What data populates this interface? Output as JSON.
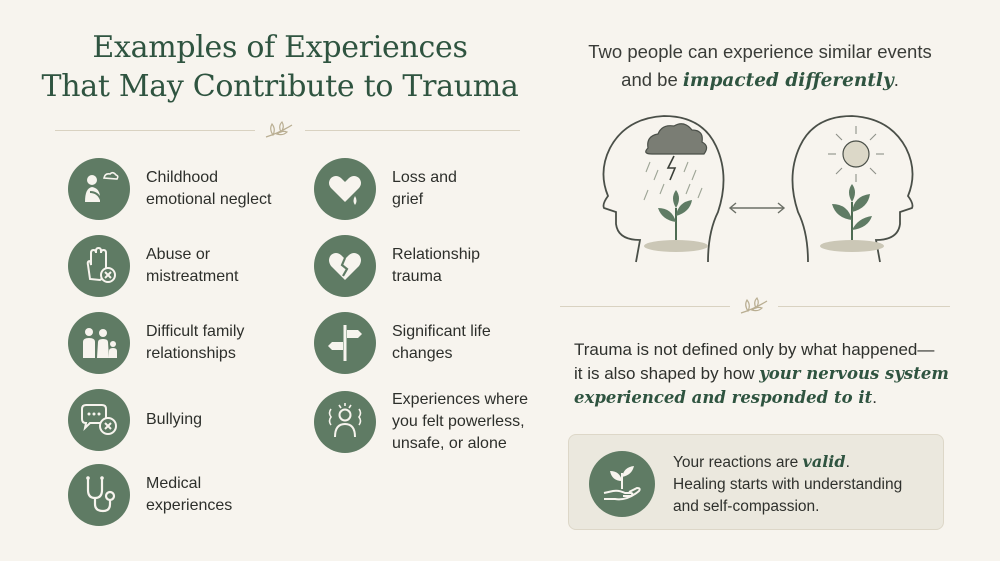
{
  "title": {
    "line1": "Examples of Experiences",
    "line2": "That May Contribute to Trauma"
  },
  "items": [
    {
      "label": "Childhood\nemotional neglect",
      "icon": "child-alone-icon"
    },
    {
      "label": "Abuse or\nmistreatment",
      "icon": "hand-stop-icon"
    },
    {
      "label": "Difficult family\nrelationships",
      "icon": "family-icon"
    },
    {
      "label": "Bullying",
      "icon": "speech-bubble-x-icon"
    },
    {
      "label": "Medical\nexperiences",
      "icon": "stethoscope-icon"
    },
    {
      "label": "Loss and\ngrief",
      "icon": "heart-teardrop-icon"
    },
    {
      "label": "Relationship\ntrauma",
      "icon": "broken-heart-icon"
    },
    {
      "label": "Significant life\nchanges",
      "icon": "signpost-icon"
    },
    {
      "label": "Experiences where\nyou felt powerless,\nunsafe, or alone",
      "icon": "distressed-person-icon"
    }
  ],
  "right": {
    "heading_line1": "Two people can experience similar events",
    "heading_line2_prefix": "and be ",
    "heading_line2_emph": "impacted differently",
    "heading_line2_suffix": ".",
    "statement_line1": "Trauma is not defined only by what happened—",
    "statement_line2_prefix": "it is also shaped by how ",
    "statement_line2_emph": "your nervous system",
    "statement_line3_emph": "experienced and responded to it",
    "statement_line3_suffix": "."
  },
  "card": {
    "line1_prefix": "Your reactions are ",
    "line1_emph": "valid",
    "line1_suffix": ".",
    "line2": "Healing starts with understanding",
    "line3": "and self-compassion.",
    "icon": "hand-sprout-icon"
  },
  "colors": {
    "background": "#f7f4ee",
    "accent_green": "#5f7b64",
    "title_green": "#2f5440"
  }
}
